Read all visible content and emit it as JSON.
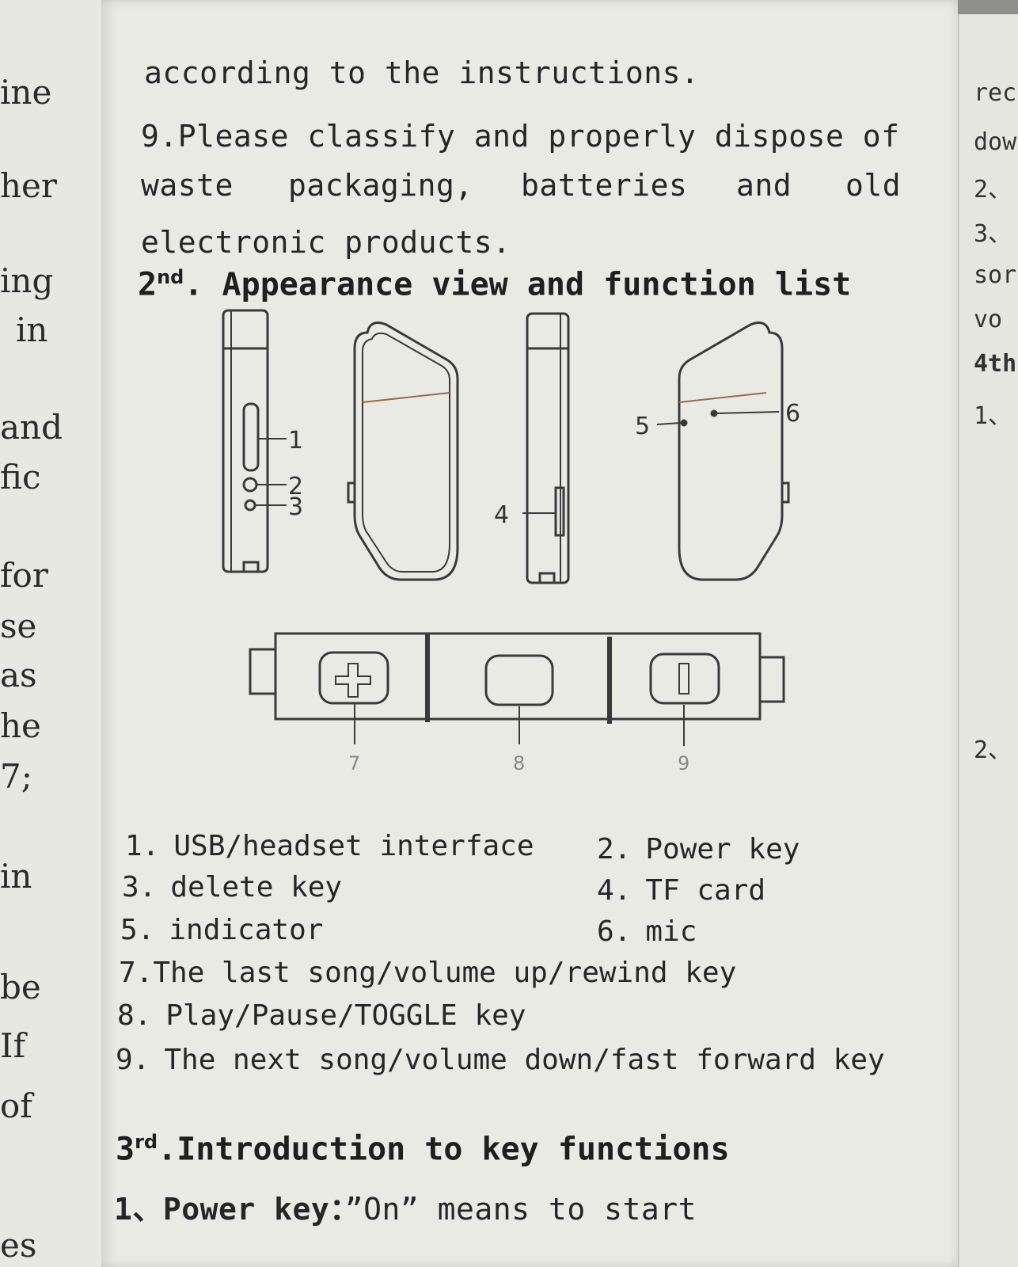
{
  "left_fragments": [
    "ine",
    "her",
    "ing",
    "in",
    "and",
    "fic",
    "for",
    "se",
    "as",
    "he",
    "7;",
    "in",
    "be",
    "If",
    "of",
    "es"
  ],
  "right_fragments": [
    "rec",
    "dow",
    "2、",
    "3、",
    "sor",
    "vo",
    "4th",
    "1、",
    "2、"
  ],
  "text_lines": {
    "l1": "according to the instructions.",
    "l2": "9.Please classify and properly dispose of",
    "l3a": "waste",
    "l3b": "packaging,",
    "l3c": "batteries",
    "l3d": "and",
    "l3e": "old",
    "l4": "electronic products."
  },
  "section2": {
    "ordinal": "2",
    "suffix": "nd",
    "title": ". Appearance view and function list"
  },
  "diagram_labels": [
    "1",
    "2",
    "3",
    "4",
    "5",
    "6",
    "7",
    "8",
    "9"
  ],
  "function_list": [
    {
      "num": "1.",
      "text": "USB/headset interface"
    },
    {
      "num": "2.",
      "text": "Power key"
    },
    {
      "num": "3.",
      "text": "delete key"
    },
    {
      "num": "4.",
      "text": "TF card"
    },
    {
      "num": "5.",
      "text": "indicator"
    },
    {
      "num": "6.",
      "text": "mic"
    },
    {
      "num": "7.",
      "text": "The last song/volume up/rewind key"
    },
    {
      "num": "8.",
      "text": "Play/Pause/TOGGLE key"
    },
    {
      "num": "9.",
      "text": "The next song/volume down/fast forward key"
    }
  ],
  "section3": {
    "ordinal": "3",
    "suffix": "rd",
    "title": ".Introduction to key functions"
  },
  "section3_item1": {
    "prefix": "1、Power key：",
    "text": "”On” means to start"
  }
}
